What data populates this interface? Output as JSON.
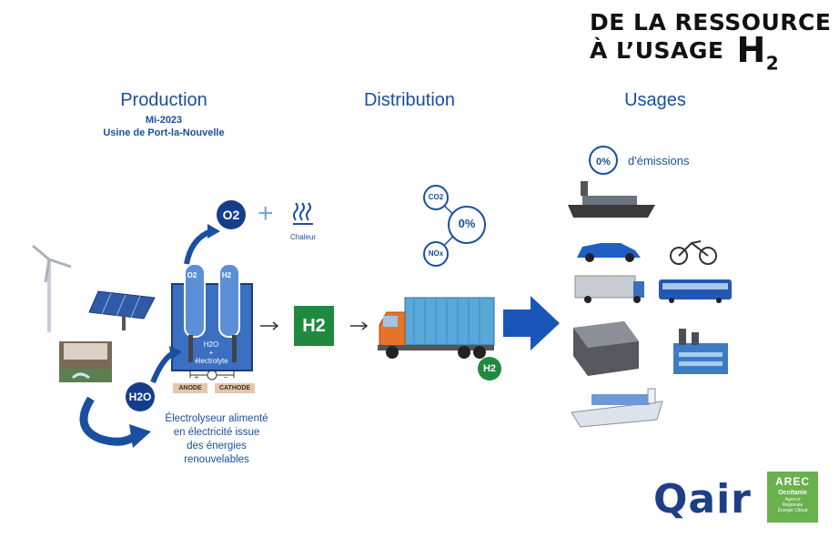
{
  "header": {
    "line1": "DE LA RESSOURCE",
    "line2": "À L’USAGE",
    "h": "H",
    "sub": "2"
  },
  "columns": {
    "production": "Production",
    "distribution": "Distribution",
    "usages": "Usages"
  },
  "production": {
    "date": "Mi-2023",
    "site": "Usine de Port-la-Nouvelle"
  },
  "electrolyser": {
    "o2_tube": "O2",
    "h2_tube": "H2",
    "water": "H2O",
    "plus": "+",
    "electrolyte": "électrolyte",
    "anode": "ANODE",
    "cathode": "CATHODE",
    "plus_sign": "+",
    "minus_sign": "−",
    "caption_lines": [
      "Électrolyseur alimenté",
      "en électricité issue",
      "des énergies",
      "renouvelables"
    ]
  },
  "outputs": {
    "o2": "O2",
    "plus": "+",
    "heat": "Chaleur",
    "h2o": "H2O"
  },
  "distribution": {
    "h2_box": "H2",
    "truck_badge": "H2",
    "co2": "CO2",
    "nox": "NOx",
    "zero": "0%"
  },
  "usages": {
    "zero": "0%",
    "emissions": "d'émissions"
  },
  "logos": {
    "qair": "Qair",
    "arec": "AREC",
    "arec_sub": "Occitanie",
    "arec_small": [
      "Agence",
      "Régionale",
      "Énergie Climat"
    ]
  },
  "colors": {
    "blue": "#1a4fa0",
    "dark_blue": "#143e8c",
    "green": "#1f8a3e",
    "arec_green": "#6ab04c"
  }
}
